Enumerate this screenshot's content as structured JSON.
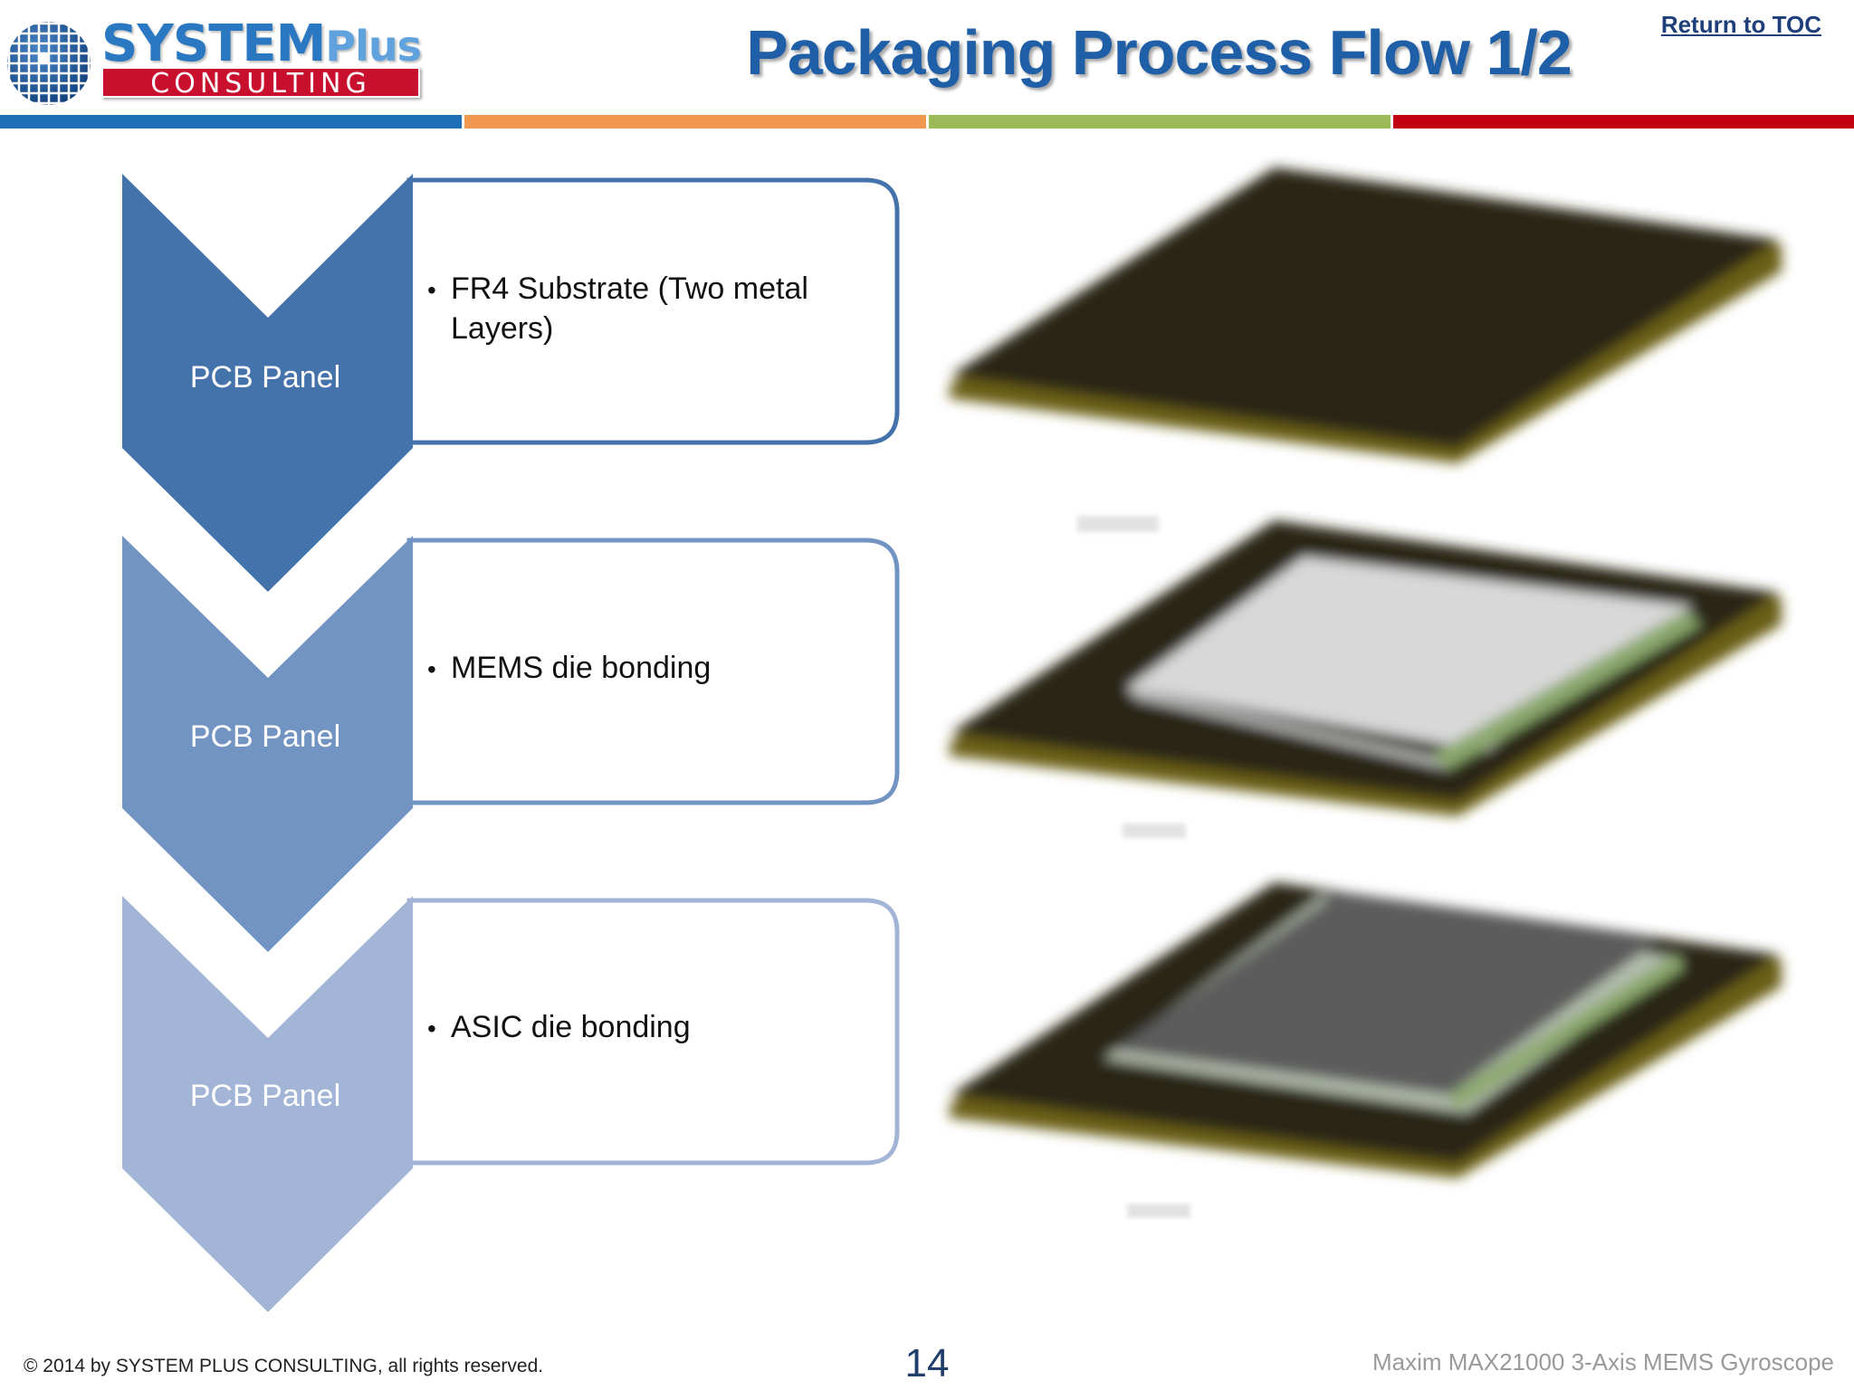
{
  "header": {
    "logo_word1": "SYSTEM",
    "logo_word1_suffix": "Plus",
    "logo_word2": "CONSULTING",
    "title": "Packaging Process Flow 1/2",
    "toc_link": "Return to TOC"
  },
  "colors": {
    "title": "#1f5fa8",
    "chevron_1": "#4472aa",
    "chevron_2": "#7294c3",
    "chevron_3": "#a2b5d7",
    "bar_blue": "#1f6fb7",
    "bar_orange": "#f0984f",
    "bar_green": "#9bbb59",
    "bar_red": "#c00010"
  },
  "steps": [
    {
      "label": "PCB Panel",
      "text": "FR4 Substrate (Two metal Layers)"
    },
    {
      "label": "PCB Panel",
      "text": "MEMS die bonding"
    },
    {
      "label": "PCB Panel",
      "text": "ASIC die bonding"
    }
  ],
  "footer": {
    "copyright": "© 2014 by SYSTEM PLUS CONSULTING, all rights reserved.",
    "page_number": "14",
    "document_title": "Maxim MAX21000 3-Axis MEMS Gyroscope"
  }
}
